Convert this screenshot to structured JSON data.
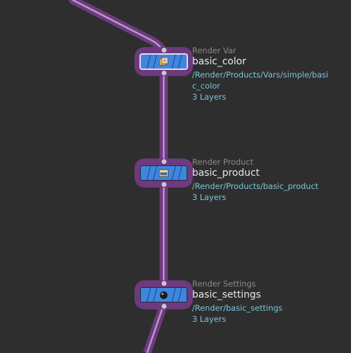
{
  "nodes": [
    {
      "type": "Render Var",
      "name": "basic_color",
      "path_line1": "/Render/Products/Vars/simple/basi",
      "path_line2": "c_color",
      "layers": "3 Layers",
      "icon": "render-var-icon",
      "selected": true
    },
    {
      "type": "Render Product",
      "name": "basic_product",
      "path_line1": "/Render/Products/basic_product",
      "path_line2": "",
      "layers": "3 Layers",
      "icon": "render-product-icon",
      "selected": false
    },
    {
      "type": "Render Settings",
      "name": "basic_settings",
      "path_line1": "/Render/basic_settings",
      "path_line2": "",
      "layers": "3 Layers",
      "icon": "render-settings-icon",
      "selected": false
    }
  ],
  "colors": {
    "background": "#2e2e2e",
    "wire": "#6d3a7e",
    "wire_highlight": "#b898c8",
    "node_body": "#3f86e0",
    "node_frame": "#6d3a7e",
    "label_path": "#7cc4d8"
  }
}
